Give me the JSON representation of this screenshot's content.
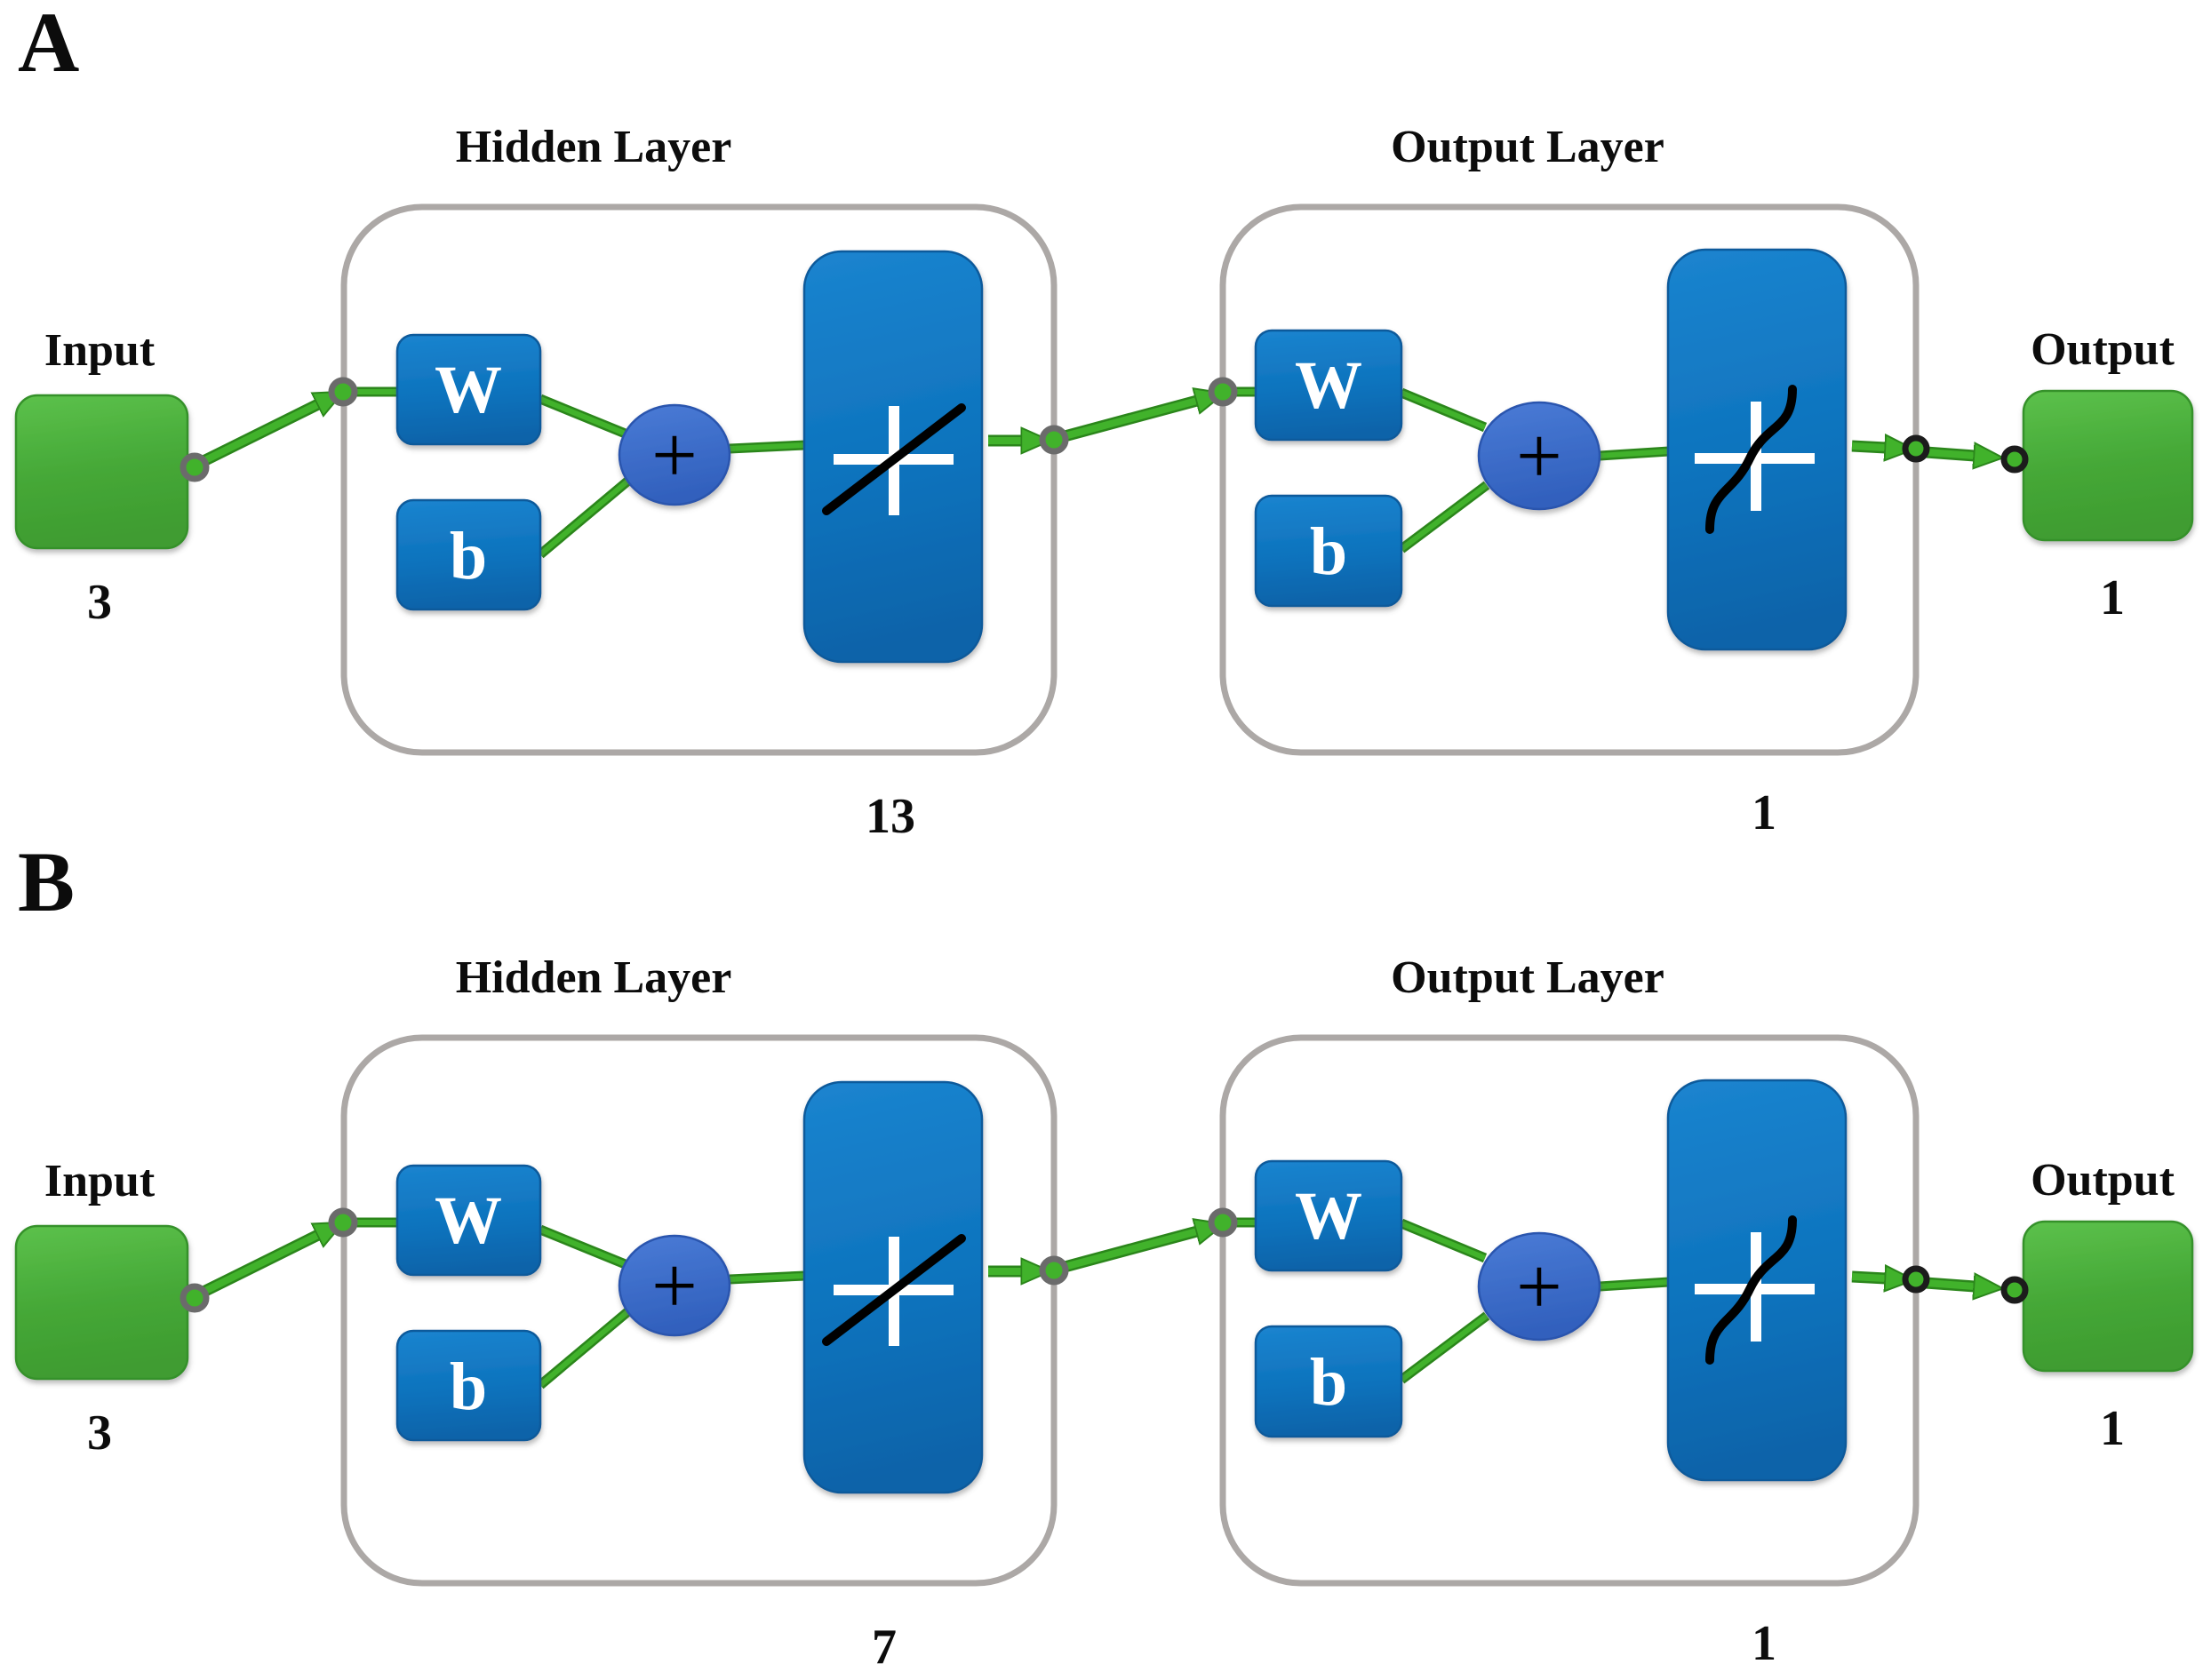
{
  "panels": [
    {
      "panel_label": "A",
      "input": {
        "label": "Input",
        "size": "3"
      },
      "hidden_layer": {
        "title": "Hidden Layer",
        "weight": "W",
        "bias": "b",
        "sum": "+",
        "transfer_icon": "linear-transfer-icon",
        "neurons": "13"
      },
      "output_layer": {
        "title": "Output Layer",
        "weight": "W",
        "bias": "b",
        "sum": "+",
        "transfer_icon": "sigmoid-transfer-icon",
        "neurons": "1"
      },
      "output": {
        "label": "Output",
        "size": "1"
      }
    },
    {
      "panel_label": "B",
      "input": {
        "label": "Input",
        "size": "3"
      },
      "hidden_layer": {
        "title": "Hidden Layer",
        "weight": "W",
        "bias": "b",
        "sum": "+",
        "transfer_icon": "linear-transfer-icon",
        "neurons": "7"
      },
      "output_layer": {
        "title": "Output Layer",
        "weight": "W",
        "bias": "b",
        "sum": "+",
        "transfer_icon": "sigmoid-transfer-icon",
        "neurons": "1"
      },
      "output": {
        "label": "Output",
        "size": "1"
      }
    }
  ],
  "colors": {
    "green_node": "#45a837",
    "green_arrow": "#41b22b",
    "blue_block": "#0d72bc",
    "sum_blue": "#3a6bc7",
    "container_border": "#aca8a6",
    "text_black": "#0c0c0c"
  }
}
